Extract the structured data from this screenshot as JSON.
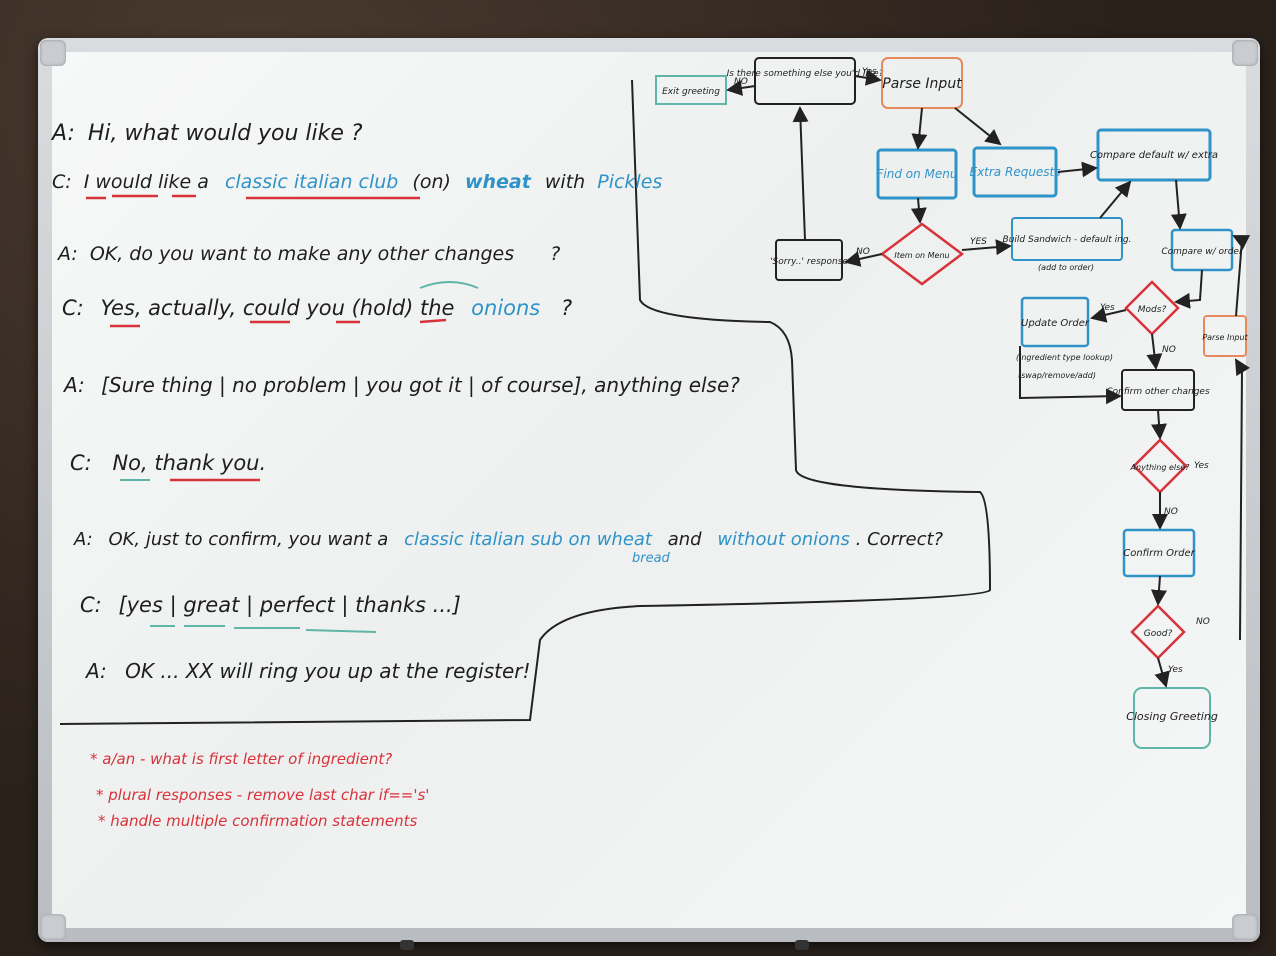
{
  "dialogue": [
    {
      "id": "l1",
      "speaker": "A:",
      "parts": [
        {
          "t": "Hi, what would you like ?",
          "c": "blk"
        }
      ]
    },
    {
      "id": "l2",
      "speaker": "C:",
      "parts": [
        {
          "t": "I would like a",
          "c": "blk"
        },
        {
          "t": "classic italian club",
          "c": "blu"
        },
        {
          "t": "(on)",
          "c": "blk"
        },
        {
          "t": "wheat",
          "c": "blu"
        },
        {
          "t": "with",
          "c": "blk"
        },
        {
          "t": "Pickles",
          "c": "blu"
        }
      ]
    },
    {
      "id": "l3",
      "speaker": "A:",
      "parts": [
        {
          "t": "OK, do you want to make any other changes",
          "c": "blk"
        },
        {
          "t": "?",
          "c": "blk"
        }
      ]
    },
    {
      "id": "l4",
      "speaker": "C:",
      "parts": [
        {
          "t": "Yes, actually, could you (hold) the",
          "c": "blk"
        },
        {
          "t": "onions",
          "c": "blu"
        },
        {
          "t": "?",
          "c": "blk"
        }
      ]
    },
    {
      "id": "l5",
      "speaker": "A:",
      "parts": [
        {
          "t": "[Sure thing | no problem | you got it | of course], anything else?",
          "c": "blk"
        }
      ]
    },
    {
      "id": "l6",
      "speaker": "C:",
      "parts": [
        {
          "t": "No, thank you.",
          "c": "blk"
        }
      ]
    },
    {
      "id": "l7",
      "speaker": "A:",
      "parts": [
        {
          "t": "OK, just to confirm, you want a",
          "c": "blk"
        },
        {
          "t": "classic italian sub on wheat",
          "c": "blu"
        },
        {
          "t": "and",
          "c": "blk"
        },
        {
          "t": "without onions",
          "c": "blu"
        },
        {
          "t": ". Correct?",
          "c": "blk"
        }
      ],
      "sub": "bread"
    },
    {
      "id": "l8",
      "speaker": "C:",
      "parts": [
        {
          "t": "[yes | great | perfect | thanks ...]",
          "c": "blk"
        }
      ]
    },
    {
      "id": "l9",
      "speaker": "A:",
      "parts": [
        {
          "t": "OK ... XX will ring you up at the register!",
          "c": "blk"
        }
      ]
    }
  ],
  "notes": [
    "* a/an - what is first letter of ingredient?",
    "* plural responses - remove last char if=='s'",
    "* handle multiple confirmation statements"
  ],
  "flow": {
    "exit": "Exit greeting",
    "anything_else_top": "Is there something else you'd like?",
    "parse_input": "Parse Input",
    "find_menu": "Find on Menu",
    "extra_requests": "Extra Requests",
    "compare_default": "Compare default w/ extra",
    "sorry": "'Sorry..' response",
    "item_on_menu": "Item on Menu",
    "build_sandwich": "Build Sandwich - default ing.",
    "add_to_order": "(add to order)",
    "compare_order": "Compare w/ order",
    "update_order": "Update Order",
    "mods": "Mods?",
    "parse_input_small": "Parse Input",
    "ingredient_lookup": "(ingredient type lookup)",
    "swap": "(swap/remove/add)",
    "confirm_other": "Confirm other changes",
    "anything_else": "Anything else?",
    "confirm_order": "Confirm Order",
    "good": "Good?",
    "closing": "Closing Greeting",
    "yes": "Yes",
    "no": "No",
    "yes_caps": "YES",
    "no_caps": "NO"
  }
}
